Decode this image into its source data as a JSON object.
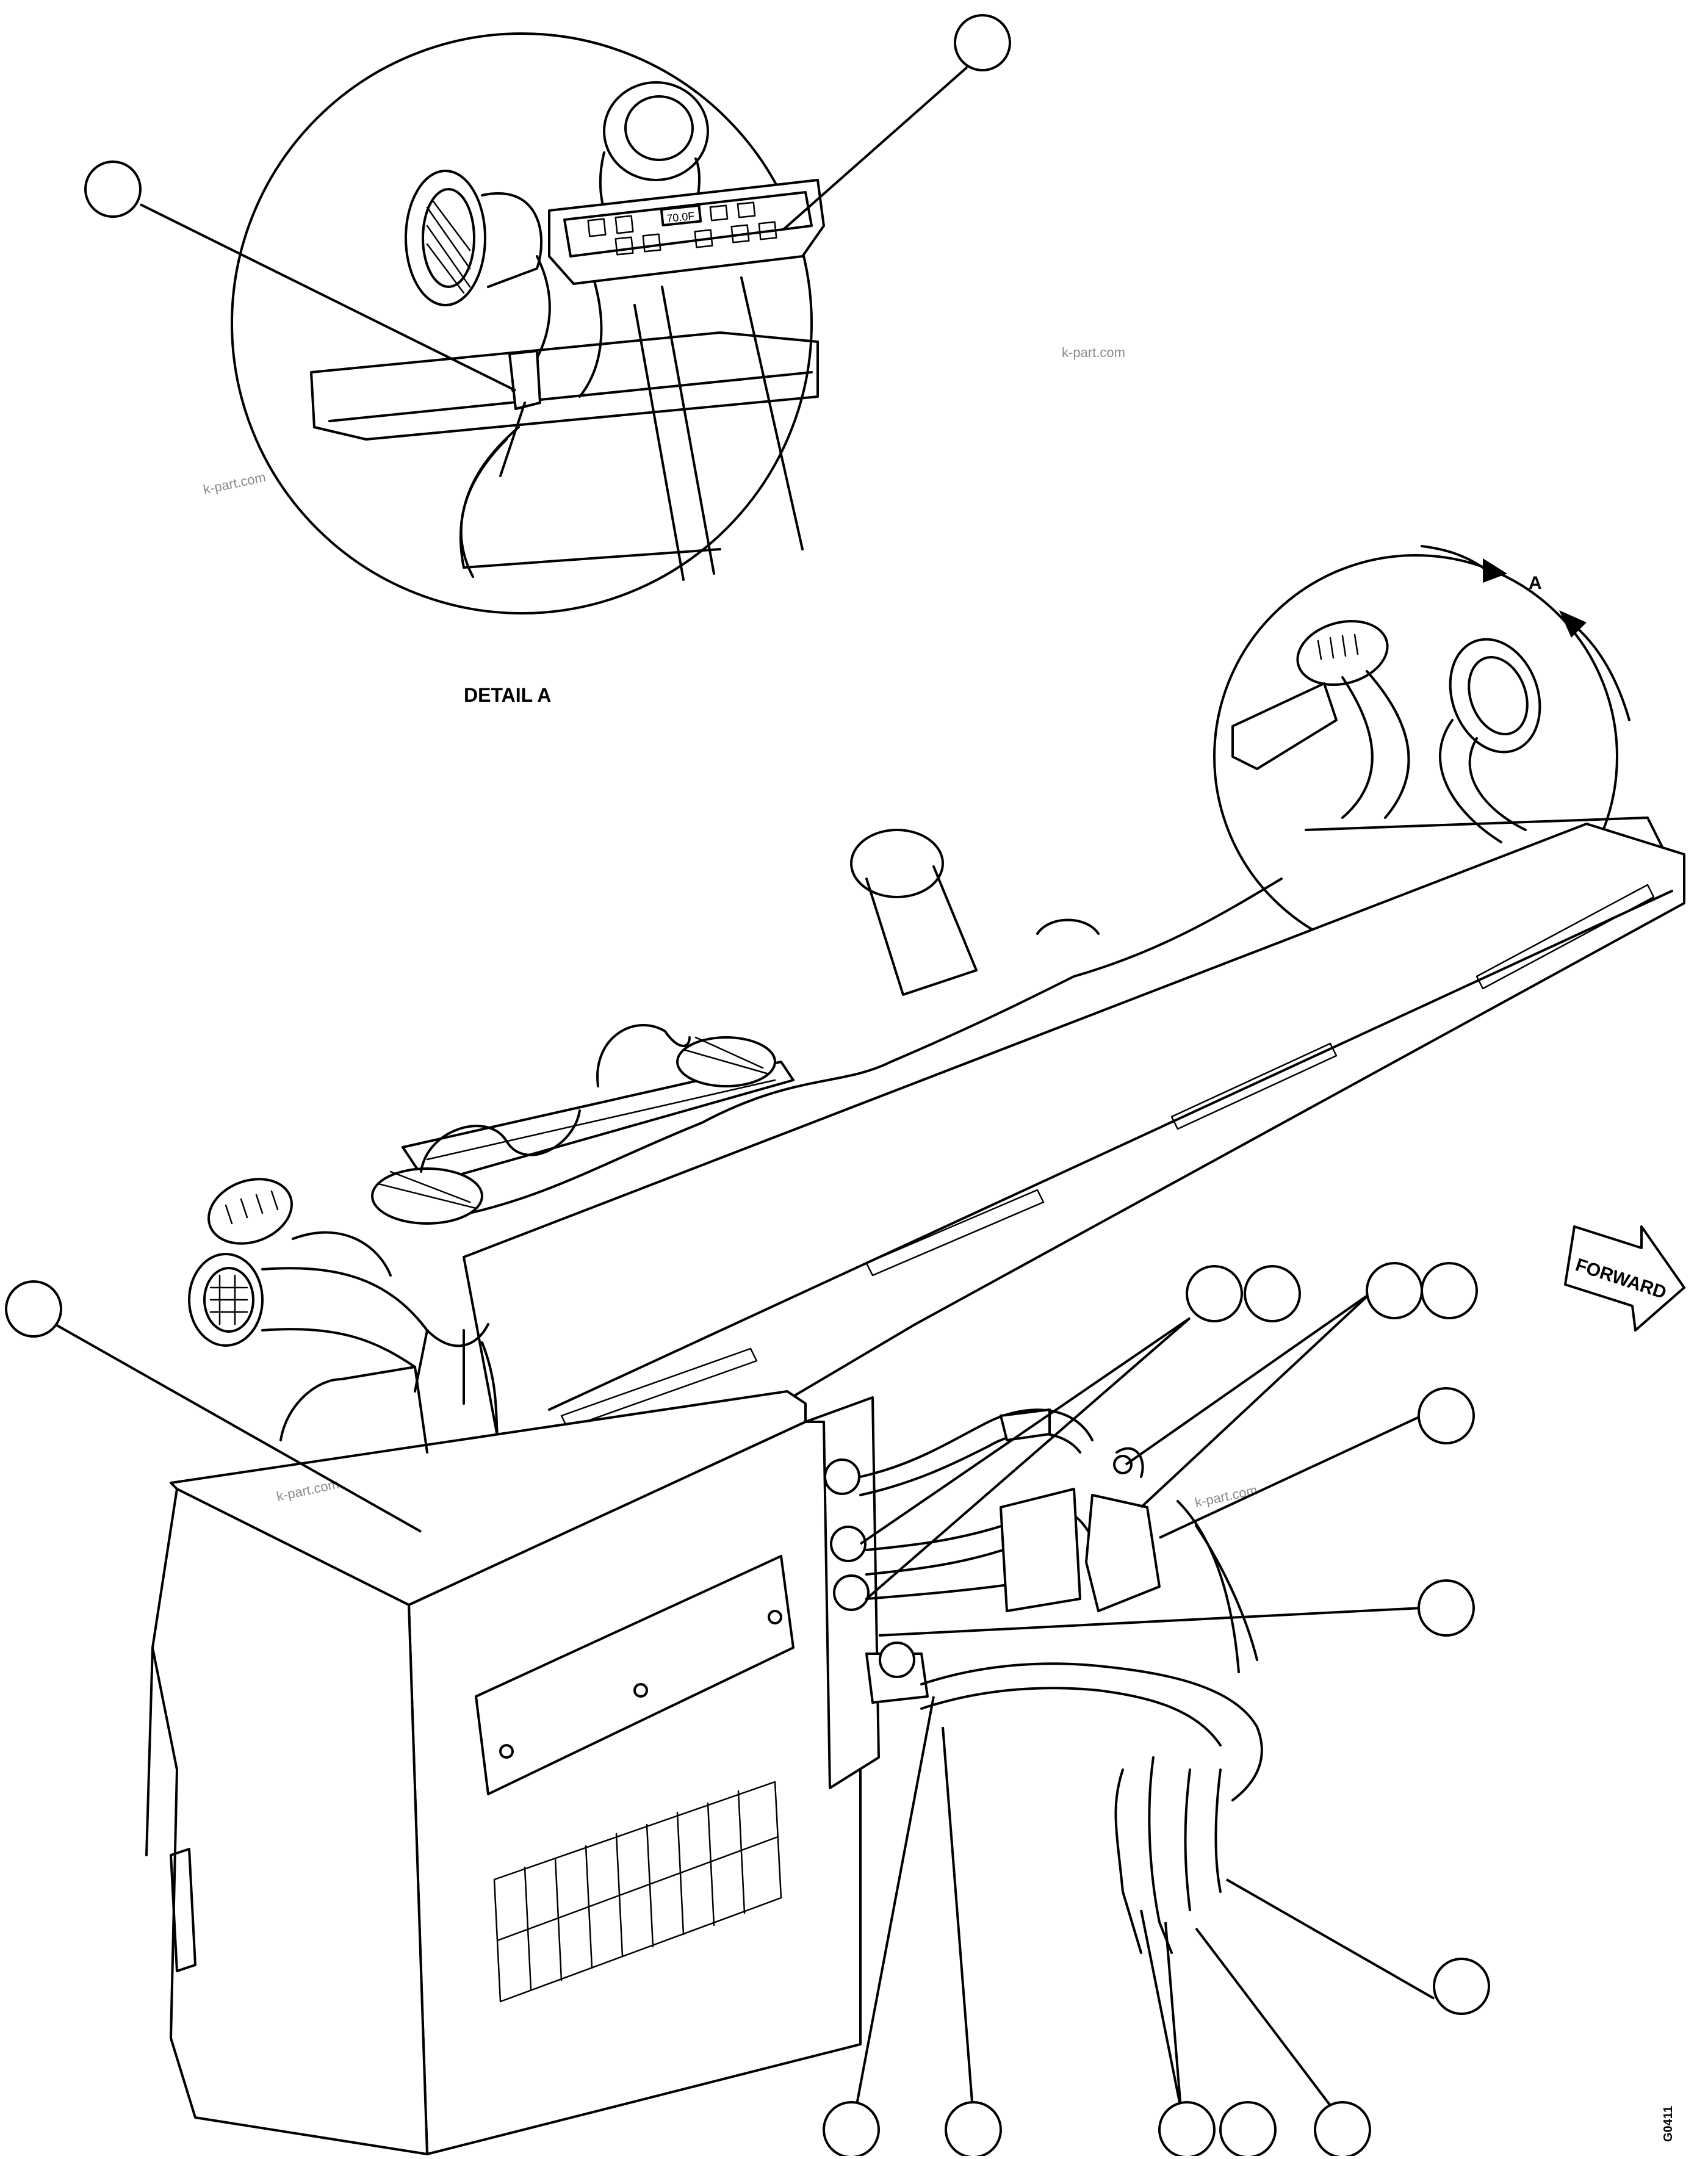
{
  "labels": {
    "detail_title": "DETAIL A",
    "detail_marker": "A",
    "forward_arrow": "FORWARD",
    "control_display": "70.0F",
    "drawing_code": "G0411"
  },
  "watermarks": [
    "k-part.com",
    "k-part.com",
    "k-part.com",
    "k-part.com"
  ],
  "callout_balloons": [
    "",
    "",
    "",
    "",
    "",
    "",
    "",
    "",
    "",
    "",
    "",
    "",
    "",
    "",
    "",
    "",
    "",
    "",
    "",
    ""
  ]
}
